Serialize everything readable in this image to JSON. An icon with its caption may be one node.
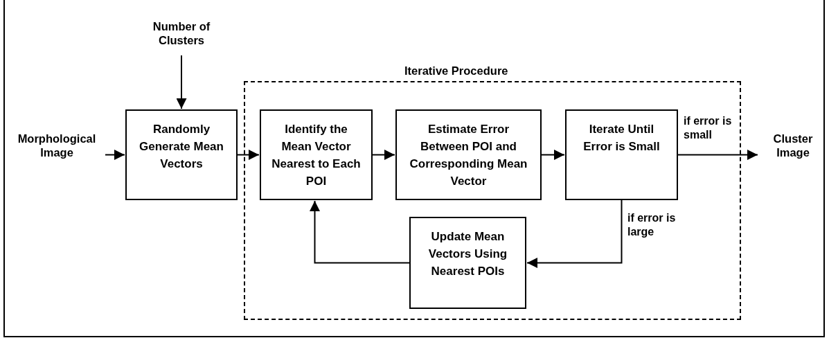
{
  "diagram": {
    "nodes": [
      {
        "text": [
          "Number of Clusters"
        ]
      },
      {
        "text": [
          "Morphological Image"
        ]
      },
      {
        "text": [
          "Randomly Generate Mean Vectors"
        ]
      },
      {
        "text": [
          "Iterative Procedure"
        ]
      },
      {
        "text": [
          "Identify the Mean Vector Nearest to Each POI"
        ],
        "in": 3
      },
      {
        "text": [
          "Estimate Error Between POI and Corresponding Mean Vector"
        ],
        "in": 3
      },
      {
        "text": [
          "Iterate Until Error is Small"
        ],
        "in": 3
      },
      {
        "text": [
          "Update Mean Vectors Using Nearest POIs"
        ],
        "in": 3
      },
      {
        "text": [
          "Cluster Image"
        ]
      }
    ],
    "edges": [
      {
        "from": 0,
        "to": 2,
        "arrow": "to"
      },
      {
        "from": 1,
        "to": 2,
        "arrow": "to"
      },
      {
        "from": 2,
        "to": 4,
        "arrow": "to"
      },
      {
        "from": 4,
        "to": 5,
        "arrow": "to"
      },
      {
        "from": 5,
        "to": 6,
        "arrow": "to"
      },
      {
        "from": 6,
        "to": 8,
        "arrow": "to",
        "label": "if error is small"
      },
      {
        "from": 6,
        "to": 7,
        "arrow": "to",
        "label": "if error is large"
      },
      {
        "from": 7,
        "to": 4,
        "arrow": "to"
      }
    ]
  }
}
